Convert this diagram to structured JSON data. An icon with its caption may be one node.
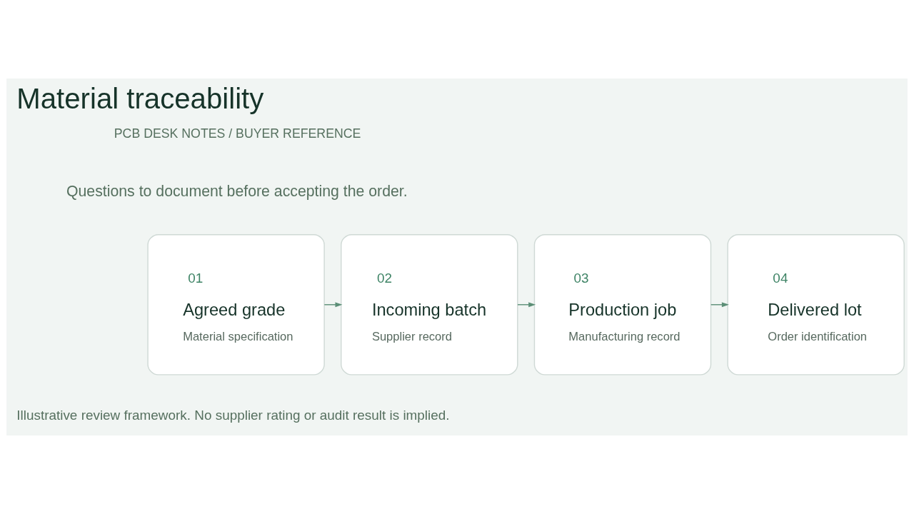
{
  "diagram": {
    "title": "Material traceability",
    "nodes": [
      {
        "text": [
          "01",
          "Agreed grade",
          "Material specification"
        ]
      },
      {
        "text": [
          "02",
          "Incoming batch",
          "Supplier record"
        ]
      },
      {
        "text": [
          "03",
          "Production job",
          "Manufacturing record"
        ]
      },
      {
        "text": [
          "04",
          "Delivered lot",
          "Order identification"
        ]
      }
    ],
    "edges": [
      {
        "from": 0,
        "to": 1,
        "arrow": "to"
      },
      {
        "from": 1,
        "to": 2,
        "arrow": "to"
      },
      {
        "from": 2,
        "to": 3,
        "arrow": "to"
      }
    ],
    "labels": [
      "PCB DESK NOTES / BUYER REFERENCE",
      "Questions to document before accepting the order.",
      "Illustrative review framework. No supplier rating or audit result is implied."
    ]
  }
}
